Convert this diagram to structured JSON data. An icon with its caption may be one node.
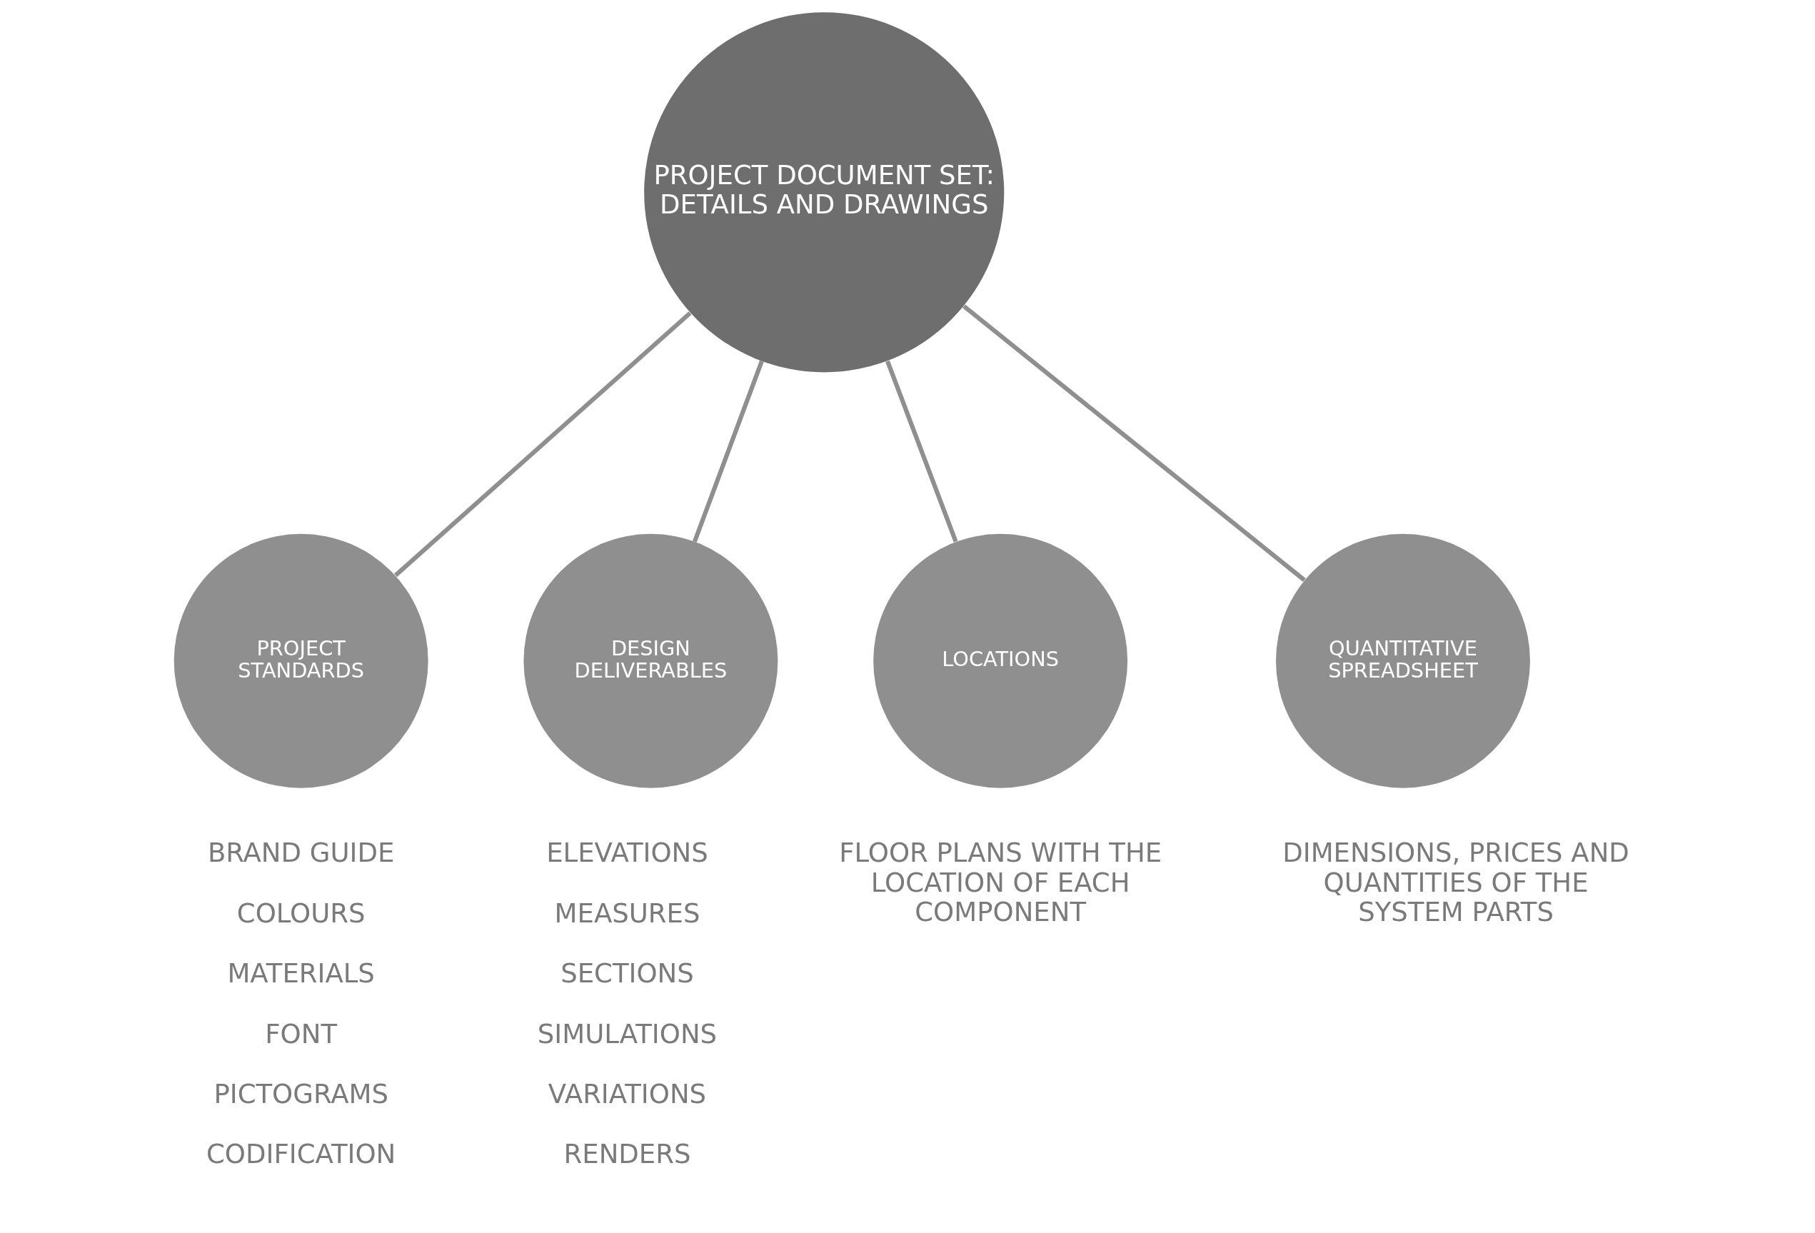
{
  "diagram": {
    "nodes": [
      {
        "text": [
          "PROJECT DOCUMENT SET: DETAILS AND DRAWINGS"
        ]
      },
      {
        "text": [
          "PROJECT STANDARDS"
        ],
        "beside": [
          "BRAND GUIDE",
          "COLOURS",
          "MATERIALS",
          "FONT",
          "PICTOGRAMS",
          "CODIFICATION"
        ]
      },
      {
        "text": [
          "DESIGN DELIVERABLES"
        ],
        "beside": [
          "ELEVATIONS",
          "MEASURES",
          "SECTIONS",
          "SIMULATIONS",
          "VARIATIONS",
          "RENDERS"
        ]
      },
      {
        "text": [
          "LOCATIONS"
        ],
        "beside": [
          "FLOOR PLANS WITH THE LOCATION OF EACH COMPONENT"
        ]
      },
      {
        "text": [
          "QUANTITATIVE SPREADSHEET"
        ],
        "beside": [
          "DIMENSIONS, PRICES AND QUANTITIES OF THE SYSTEM PARTS"
        ]
      }
    ],
    "edges": [
      {
        "from": 0,
        "to": 1,
        "arrow": "none"
      },
      {
        "from": 0,
        "to": 2,
        "arrow": "none"
      },
      {
        "from": 0,
        "to": 3,
        "arrow": "none"
      },
      {
        "from": 0,
        "to": 4,
        "arrow": "none"
      }
    ]
  }
}
